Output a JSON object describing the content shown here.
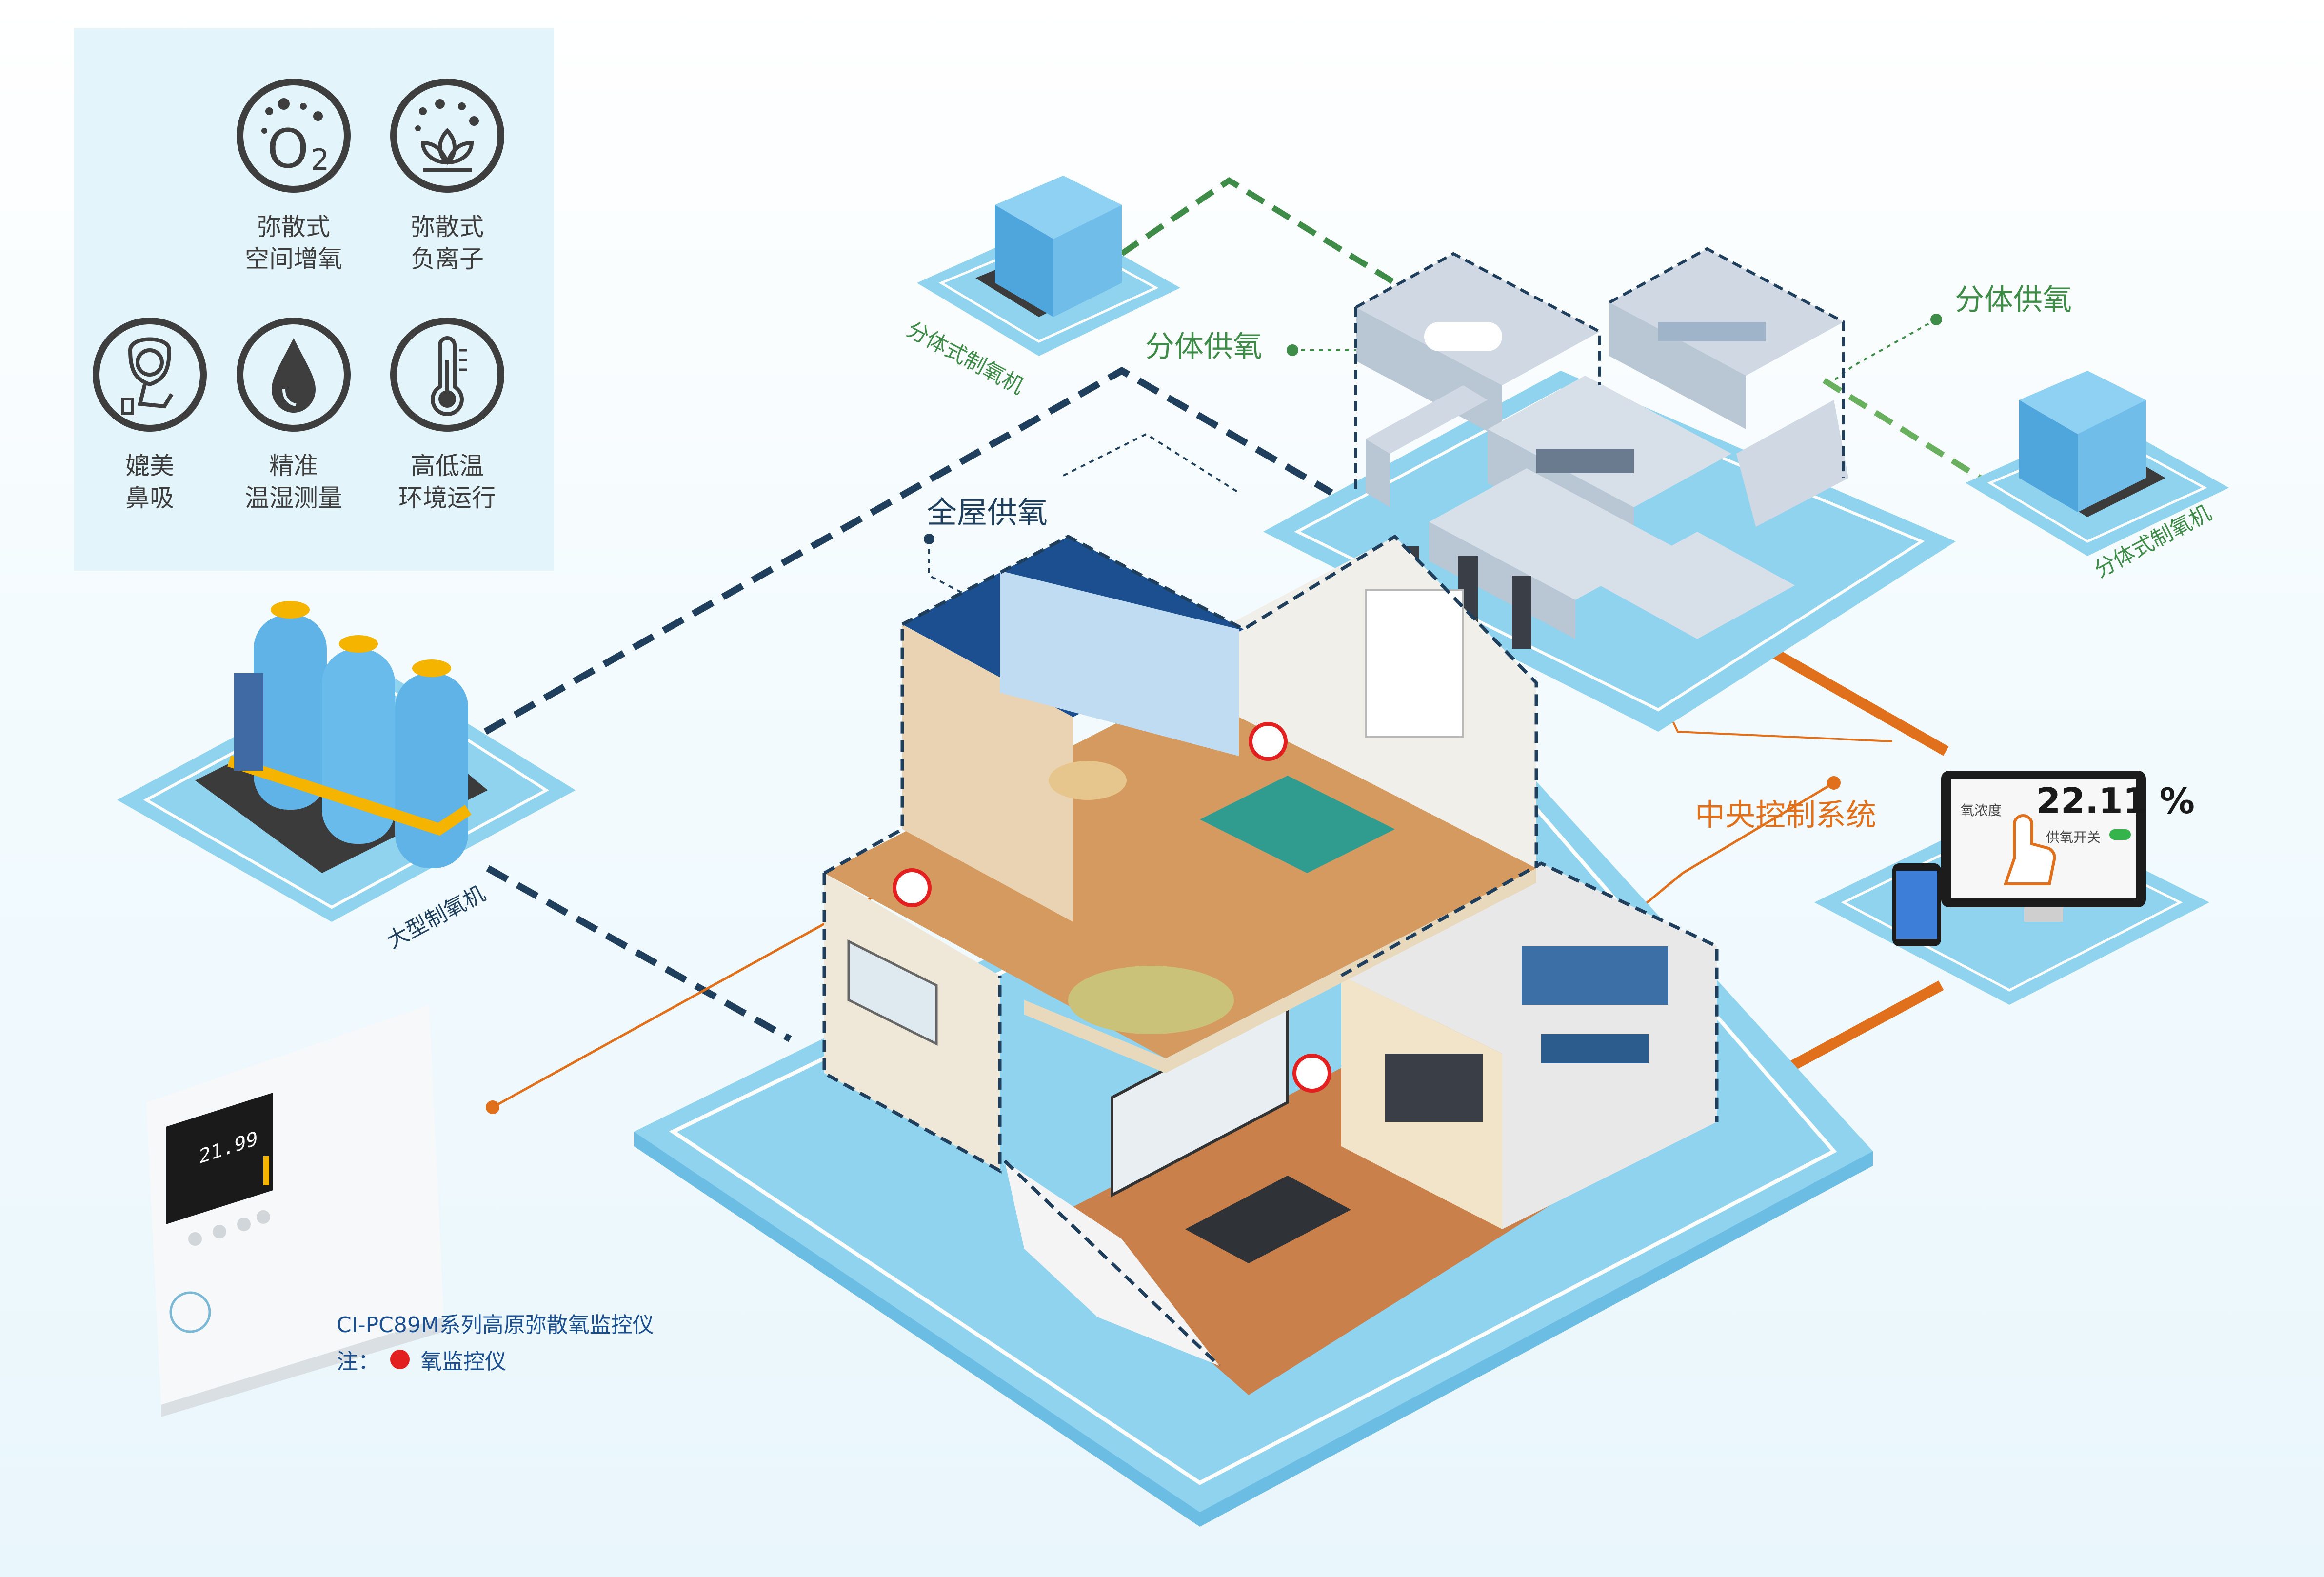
{
  "features": [
    {
      "icon": "o2-icon",
      "label": "弥散式\n空间增氧"
    },
    {
      "icon": "negative-ion-icon",
      "label": "弥散式\n负离子"
    },
    {
      "icon": "nose-breathing-icon",
      "label": "媲美\n鼻吸"
    },
    {
      "icon": "droplet-icon",
      "label": "精准\n温湿测量"
    },
    {
      "icon": "thermometer-icon",
      "label": "高低温\n环境运行"
    }
  ],
  "labels": {
    "split_oxygen_left": "分体供氧",
    "split_oxygen_right": "分体供氧",
    "split_machine_left": "分体式制氧机",
    "split_machine_right": "分体式制氧机",
    "whole_house": "全屋供氧",
    "large_machine": "大型制氧机",
    "central_control": "中央控制系统"
  },
  "screen": {
    "value": "22.11 %",
    "label": "氧浓度",
    "toggle_label": "供氧开关"
  },
  "monitor": {
    "value": "21.99"
  },
  "product": {
    "caption": "CI-PC89M系列高原弥散氧监控仪",
    "note_prefix": "注：",
    "note_legend": "氧监控仪"
  },
  "colors": {
    "green": "#3f8c48",
    "navy": "#1f3f5c",
    "orange": "#e0701b",
    "platform": "#8fd3ef",
    "legend_red": "#e32020"
  }
}
